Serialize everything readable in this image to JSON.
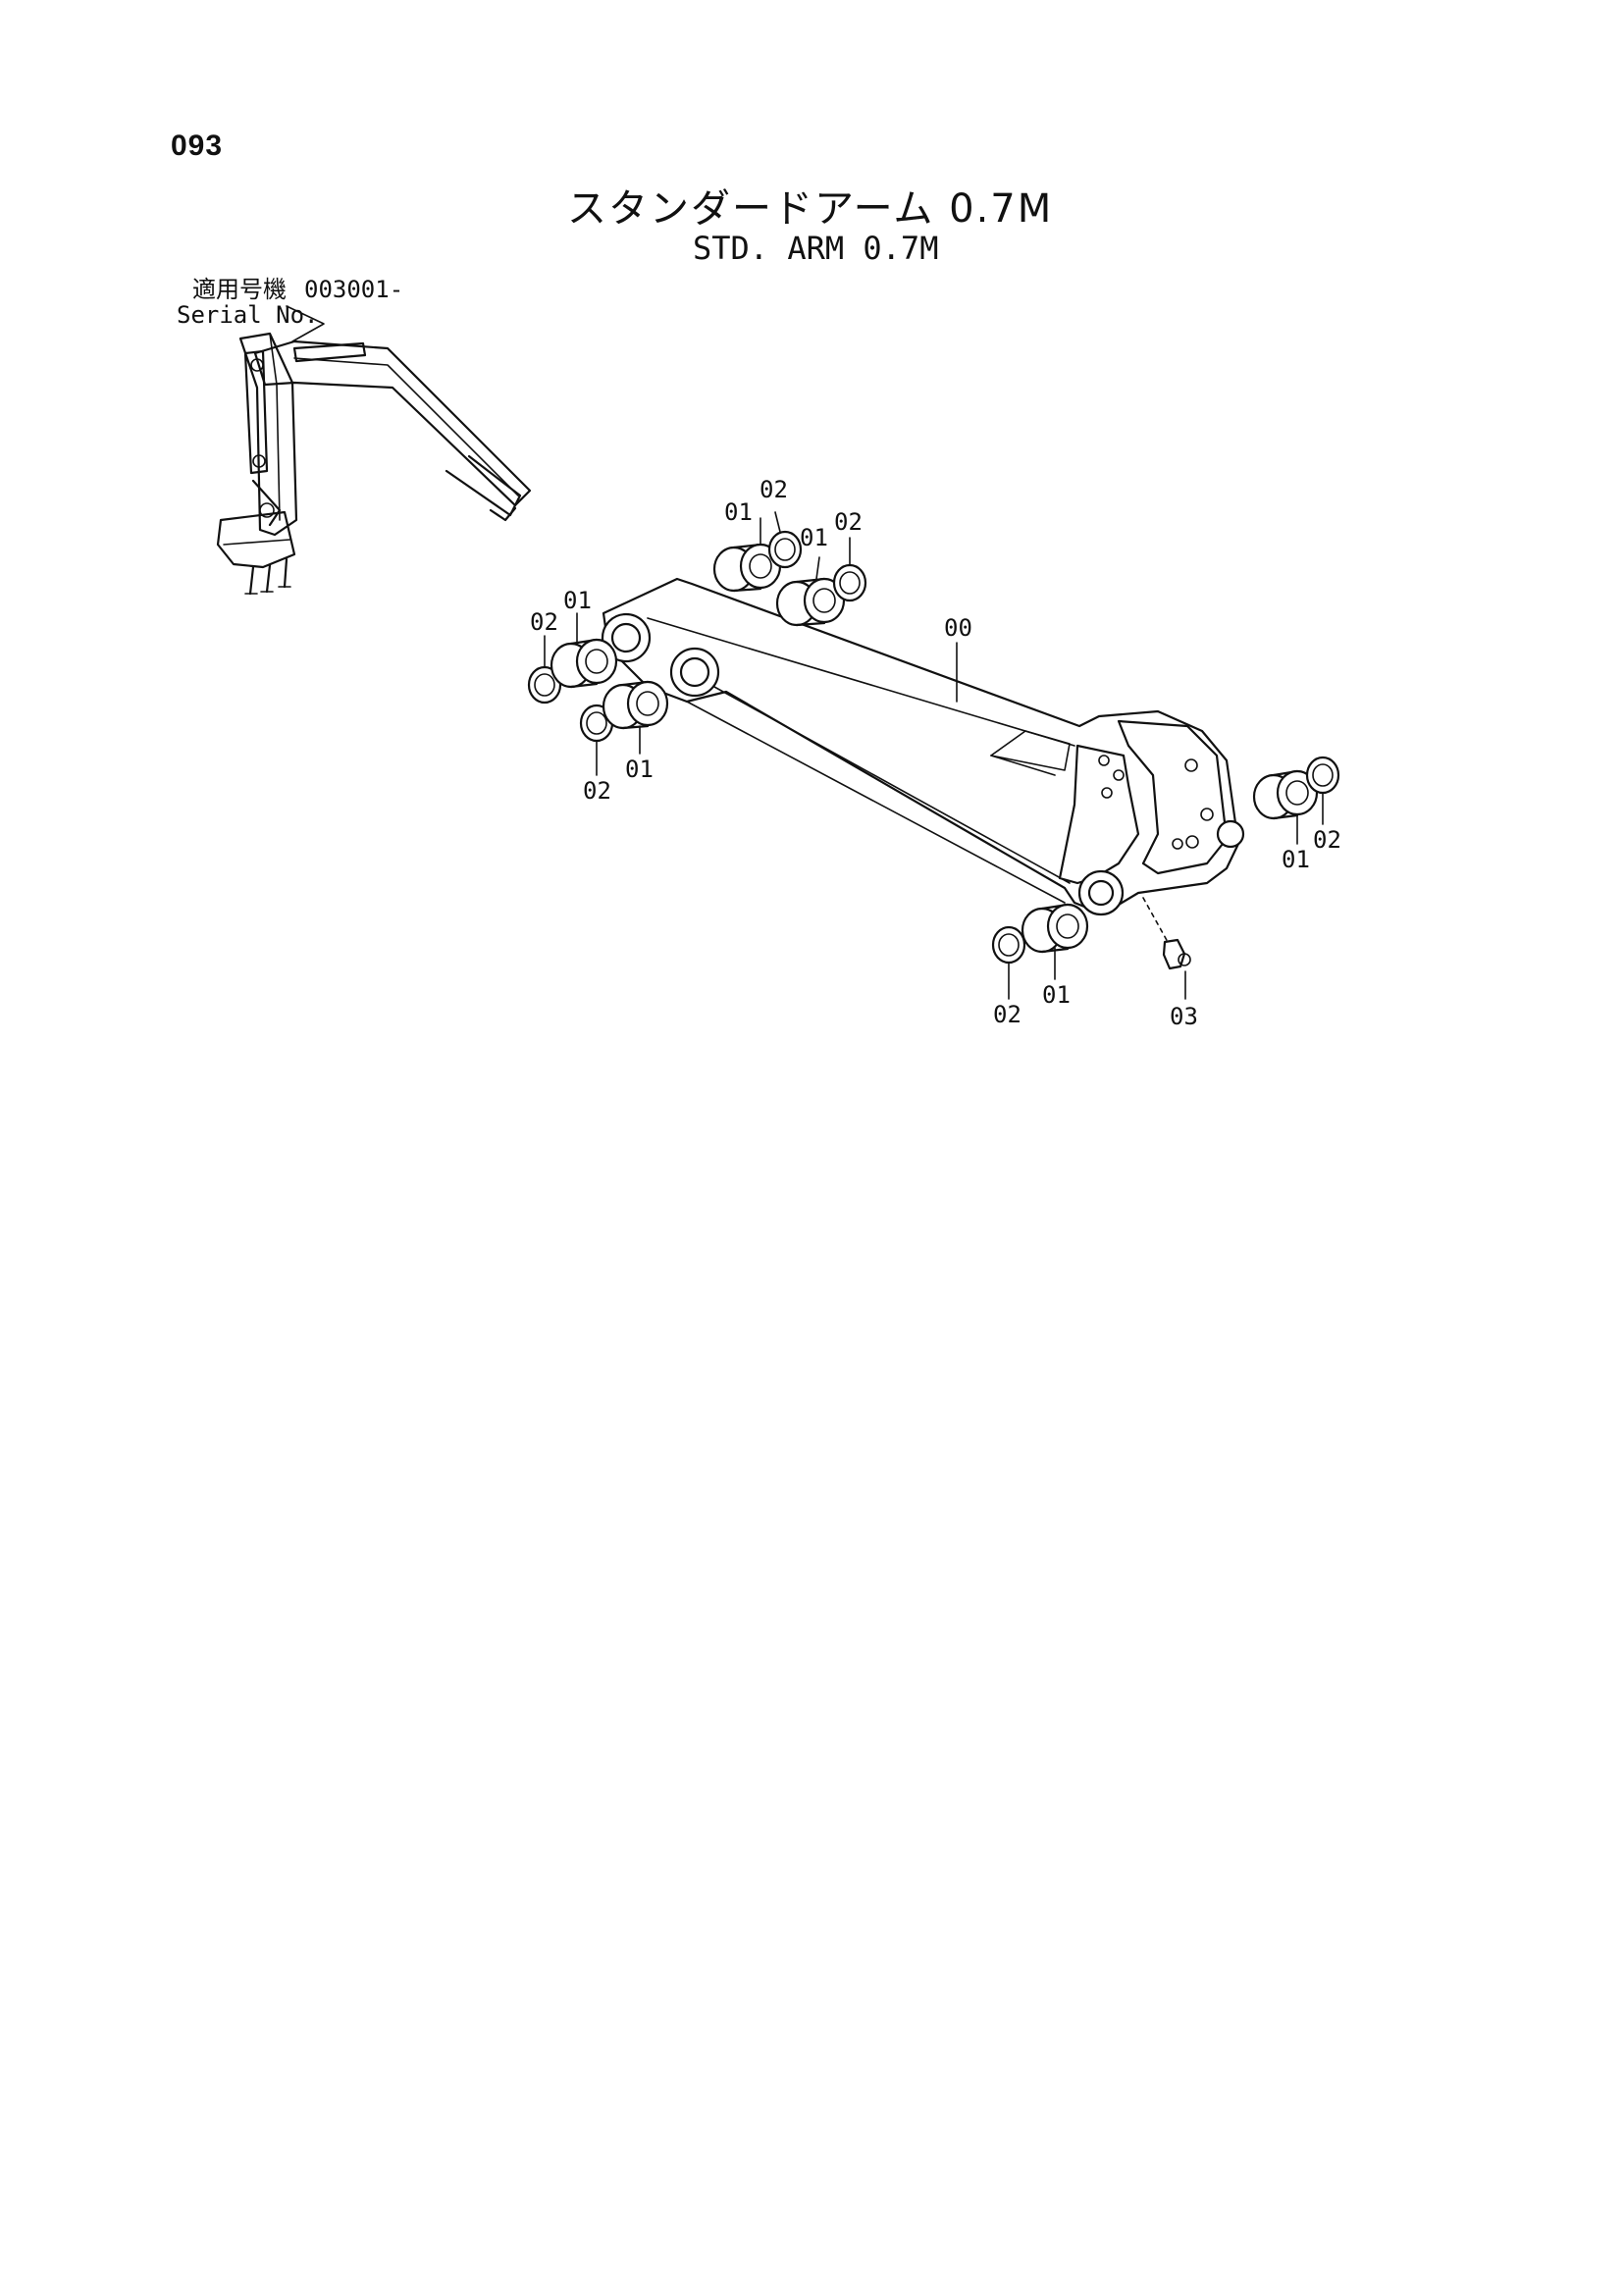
{
  "page": {
    "number": "093",
    "title_jp": "スタンダードアーム 0.7M",
    "title_en": "STD. ARM 0.7M"
  },
  "serial": {
    "label_jp": "適用号機",
    "label_en": "Serial No.",
    "value": "003001-"
  },
  "callouts": {
    "arm": "00",
    "bushing_a": "01",
    "bushing_b": "01",
    "bushing_c": "01",
    "bushing_d": "01",
    "bushing_e": "01",
    "bushing_f": "01",
    "shim_a": "02",
    "shim_b": "02",
    "shim_c": "02",
    "shim_d": "02",
    "shim_e": "02",
    "shim_f": "02",
    "grease_fitting": "03"
  },
  "colors": {
    "ink": "#111111",
    "paper": "#ffffff"
  }
}
